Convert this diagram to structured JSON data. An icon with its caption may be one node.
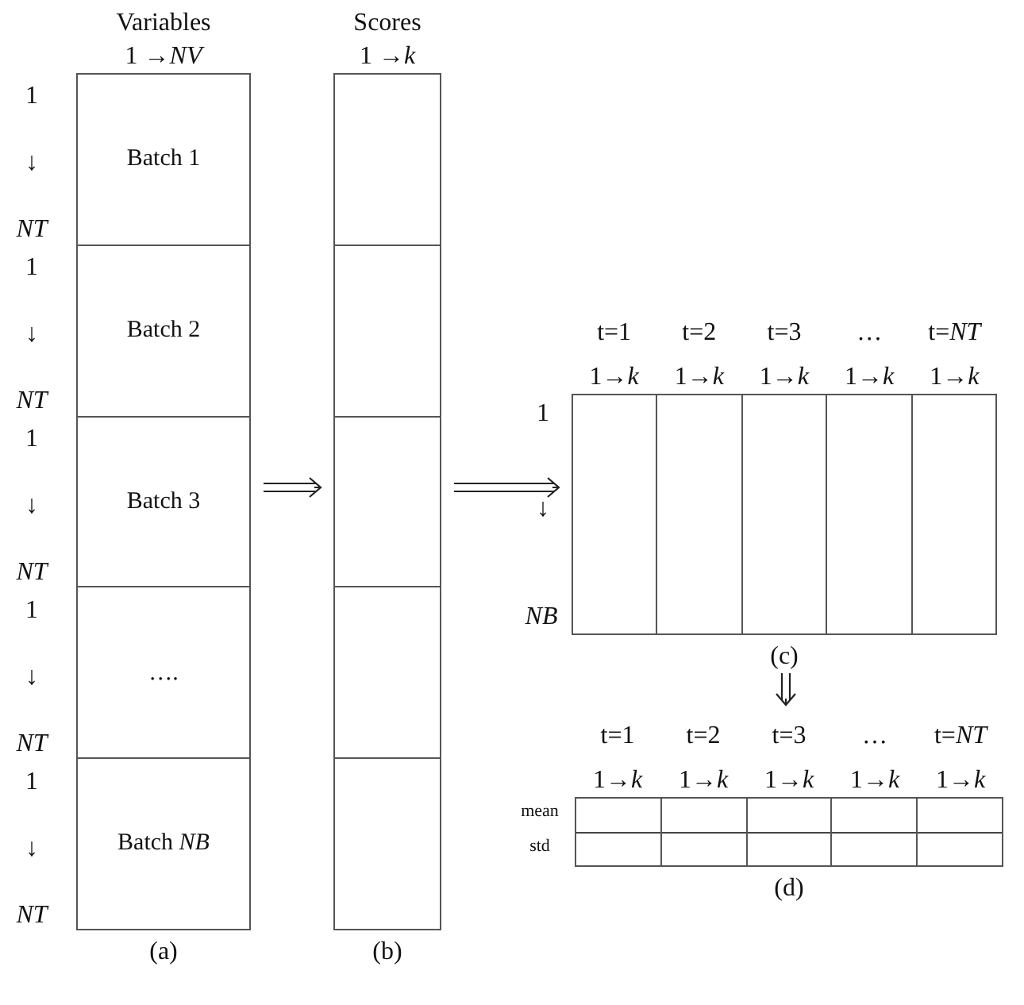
{
  "diagram": {
    "nodes": [
      {
        "text": [
          "Variables",
          "1 →*NV*"
        ],
        "beside": [
          "(a)"
        ]
      },
      {
        "text": [
          "Batch 1"
        ],
        "in": 0
      },
      {
        "text": [
          "Batch 2"
        ],
        "in": 0
      },
      {
        "text": [
          "Batch 3"
        ],
        "in": 0
      },
      {
        "text": [
          "…."
        ],
        "in": 0
      },
      {
        "text": [
          "Batch *NB*"
        ],
        "in": 0
      },
      {
        "text": [
          "Scores",
          "1 →*k*"
        ],
        "beside": [
          "(b)"
        ]
      },
      {
        "text": [],
        "shape": "box",
        "in": 6
      },
      {
        "text": [],
        "shape": "box",
        "in": 6
      },
      {
        "text": [],
        "shape": "box",
        "in": 6
      },
      {
        "text": [],
        "shape": "box",
        "in": 6
      },
      {
        "text": [],
        "shape": "box",
        "in": 6
      },
      {
        "text": [],
        "shape": "box",
        "beside": [
          "(c)"
        ]
      },
      {
        "text": [],
        "shape": "box",
        "beside": [
          "t=1",
          "1→*k*"
        ],
        "in": 12
      },
      {
        "text": [],
        "shape": "box",
        "beside": [
          "t=2",
          "1→*k*"
        ],
        "in": 12
      },
      {
        "text": [],
        "shape": "box",
        "beside": [
          "t=3",
          "1→*k*"
        ],
        "in": 12
      },
      {
        "text": [],
        "shape": "box",
        "beside": [
          "…",
          "1→*k*"
        ],
        "in": 12
      },
      {
        "text": [],
        "shape": "box",
        "beside": [
          "t=*NT*",
          "1→*k*"
        ],
        "in": 12
      },
      {
        "text": [
          "t=1",
          "1→*k*",
          "t=2",
          "1→*k*",
          "t=3",
          "1→*k*",
          "…",
          "1→*k*",
          "t=*NT*",
          "1→*k*"
        ],
        "beside": [
          "(d)"
        ]
      },
      {
        "text": [],
        "shape": "box",
        "in": 18
      },
      {
        "text": [],
        "shape": "box",
        "in": 18
      },
      {
        "text": [],
        "shape": "box",
        "in": 18
      },
      {
        "text": [],
        "shape": "box",
        "in": 18
      },
      {
        "text": [],
        "shape": "box",
        "in": 18
      }
    ],
    "edges": [
      {
        "from": 0,
        "to": 6,
        "arrow": "to"
      },
      {
        "from": 6,
        "to": 12,
        "arrow": "to"
      },
      {
        "from": 12,
        "to": 18,
        "arrow": "to"
      }
    ],
    "labels": [
      "1",
      "↓",
      "*NT*",
      "1",
      "↓",
      "*NT*",
      "1",
      "↓",
      "*NT*",
      "1",
      "↓",
      "*NT*",
      "1",
      "↓",
      "*NT*",
      "1",
      "↓",
      "*NB*",
      "mean",
      "std"
    ]
  }
}
